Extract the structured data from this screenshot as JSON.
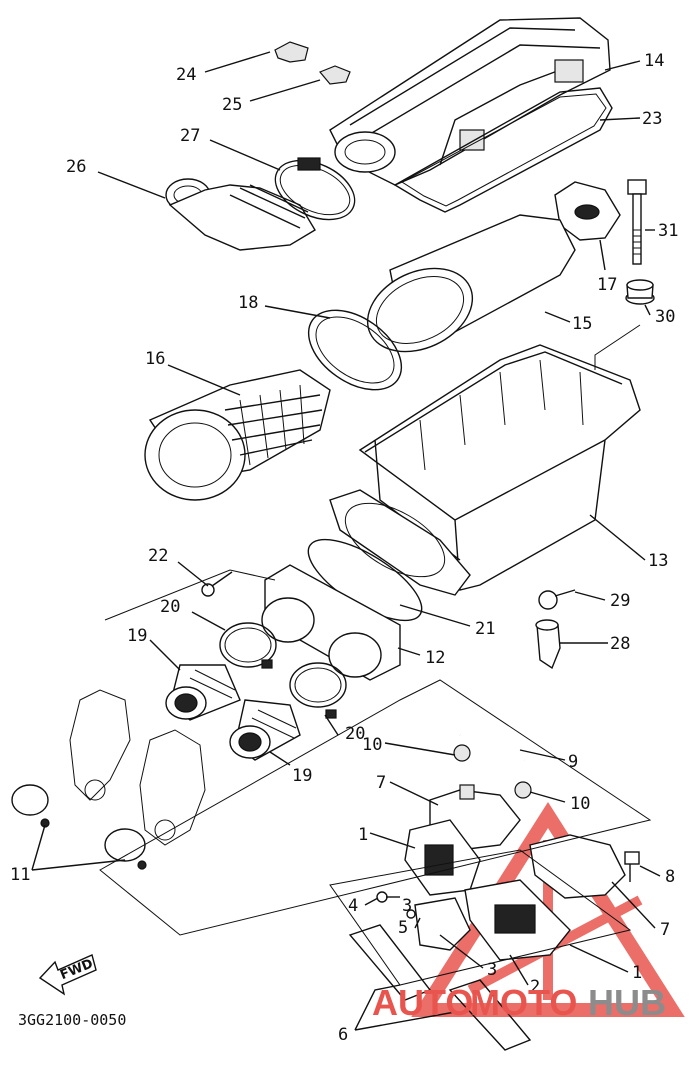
{
  "diagram": {
    "code": "3GG2100-0050",
    "fwd_label": "FWD",
    "watermark": {
      "part1": "AUTO",
      "part2": "MOTO",
      "part3": "HUB",
      "color_red": "#e8554e",
      "color_grey": "#8c8c8c"
    },
    "labels": {
      "l1a": "1",
      "l1b": "1",
      "l2": "2",
      "l3": "3",
      "l3b": "3",
      "l4": "4",
      "l5": "5",
      "l6": "6",
      "l7a": "7",
      "l7b": "7",
      "l8": "8",
      "l9": "9",
      "l10a": "10",
      "l10b": "10",
      "l11": "11",
      "l12": "12",
      "l13": "13",
      "l14": "14",
      "l15": "15",
      "l16": "16",
      "l17": "17",
      "l18": "18",
      "l19a": "19",
      "l19b": "19",
      "l20a": "20",
      "l20b": "20",
      "l21": "21",
      "l22": "22",
      "l23": "23",
      "l24": "24",
      "l25": "25",
      "l26": "26",
      "l27": "27",
      "l28": "28",
      "l29": "29",
      "l30": "30",
      "l31": "31"
    }
  }
}
